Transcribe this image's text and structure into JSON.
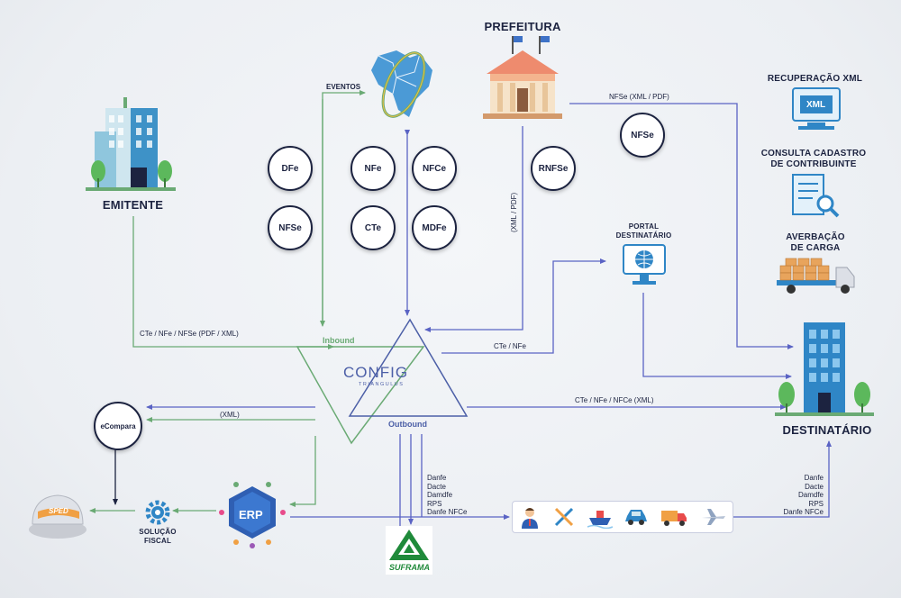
{
  "nodes": {
    "prefeitura": "PREFEITURA",
    "emitente": "EMITENTE",
    "destinatario": "DESTINATÁRIO",
    "recuperacao": "RECUPERAÇÃO XML",
    "consulta_1": "CONSULTA CADASTRO",
    "consulta_2": "DE CONTRIBUINTE",
    "averbacao_1": "AVERBAÇÃO",
    "averbacao_2": "DE CARGA",
    "portal_1": "PORTAL",
    "portal_2": "DESTINATÁRIO",
    "solucao_1": "SOLUÇÃO",
    "solucao_2": "FISCAL",
    "ecompara": "eCompara",
    "erp": "ERP",
    "suframa": "SUFRAMA",
    "sped": "SPED",
    "xml_icon": "XML",
    "config": "CONFIG",
    "config_sub": "TRIANGULUS"
  },
  "docs": {
    "dfe": "DFe",
    "nfe": "NFe",
    "nfce": "NFCe",
    "nfse": "NFSe",
    "cte": "CTe",
    "mdfe": "MDFe",
    "rnfse": "RNFSe",
    "nfse_pref": "NFSe"
  },
  "labels": {
    "eventos": "EVENTOS",
    "inbound": "Inbound",
    "outbound": "Outbound",
    "emitente_flow": "CTe / NFe / NFSe (PDF / XML)",
    "xml_pdf": "(XML / PDF)",
    "nfse_xml_pdf": "NFSe (XML / PDF)",
    "cte_nfe": "CTe / NFe",
    "dest_flow": "CTe / NFe / NFCe (XML)",
    "xml": "(XML)"
  },
  "outbound_docs": [
    "Danfe",
    "Dacte",
    "Damdfe",
    "RPS",
    "Danfe NFCe"
  ],
  "dest_docs": [
    "Danfe",
    "Dacte",
    "Damdfe",
    "RPS",
    "Danfe NFCe"
  ],
  "colors": {
    "green": "#6aaa74",
    "blue": "#5a63c4",
    "navy": "#1c2340"
  }
}
